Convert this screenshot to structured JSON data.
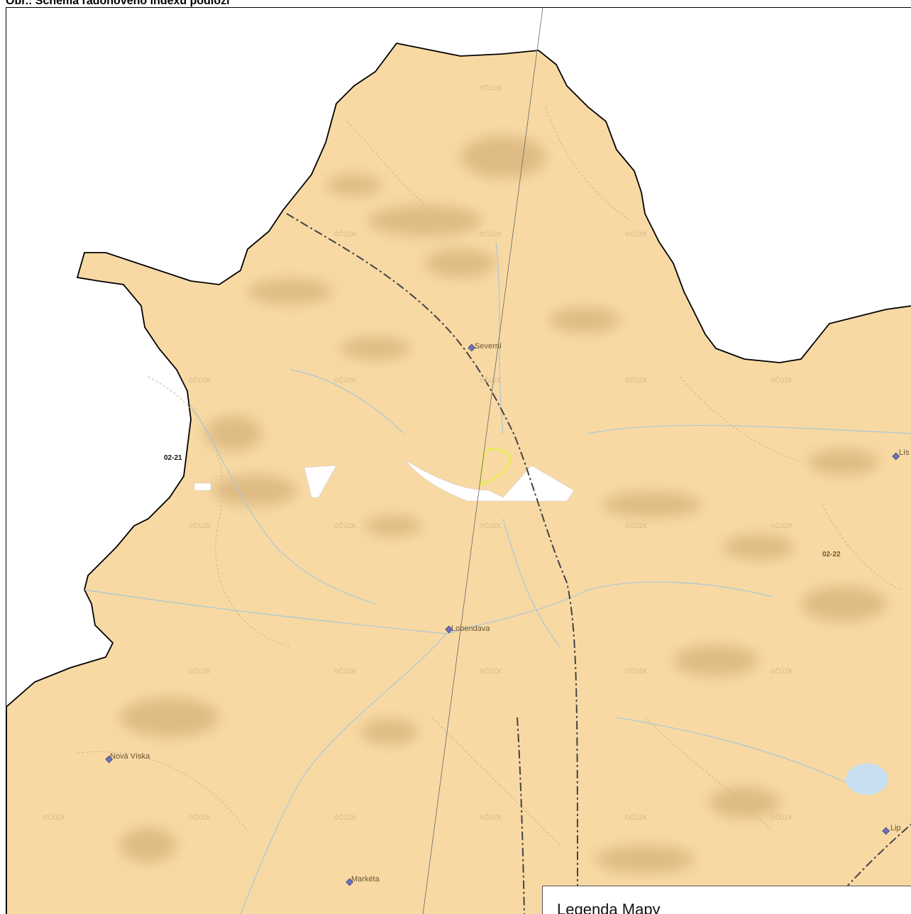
{
  "figure": {
    "title": "Obr.: Schéma radonového indexu podloží"
  },
  "map": {
    "colors": {
      "territory": "#f8d9a4",
      "territory_edge": "#000000",
      "terrain_shadow": "#c9a46a",
      "contour": "#cdb48a",
      "stream": "#a9c7d9",
      "water": "#c8dff0",
      "railway": "#444444",
      "gap_white": "#ffffff",
      "highlight": "#e6f03a",
      "village_marker": "#6a6fc9",
      "sheet_line": "#666666"
    },
    "settlements": [
      {
        "name": "Severní"
      },
      {
        "name": "Lobendava"
      },
      {
        "name": "Nová Víska"
      },
      {
        "name": "Markéta"
      },
      {
        "name": "Lís"
      },
      {
        "name": "Lip"
      }
    ],
    "sheet_labels": [
      {
        "text": "02-21"
      },
      {
        "text": "02-22"
      }
    ],
    "watermark": "©ČÚZK"
  },
  "legend": {
    "title": "Legenda Mapy"
  }
}
